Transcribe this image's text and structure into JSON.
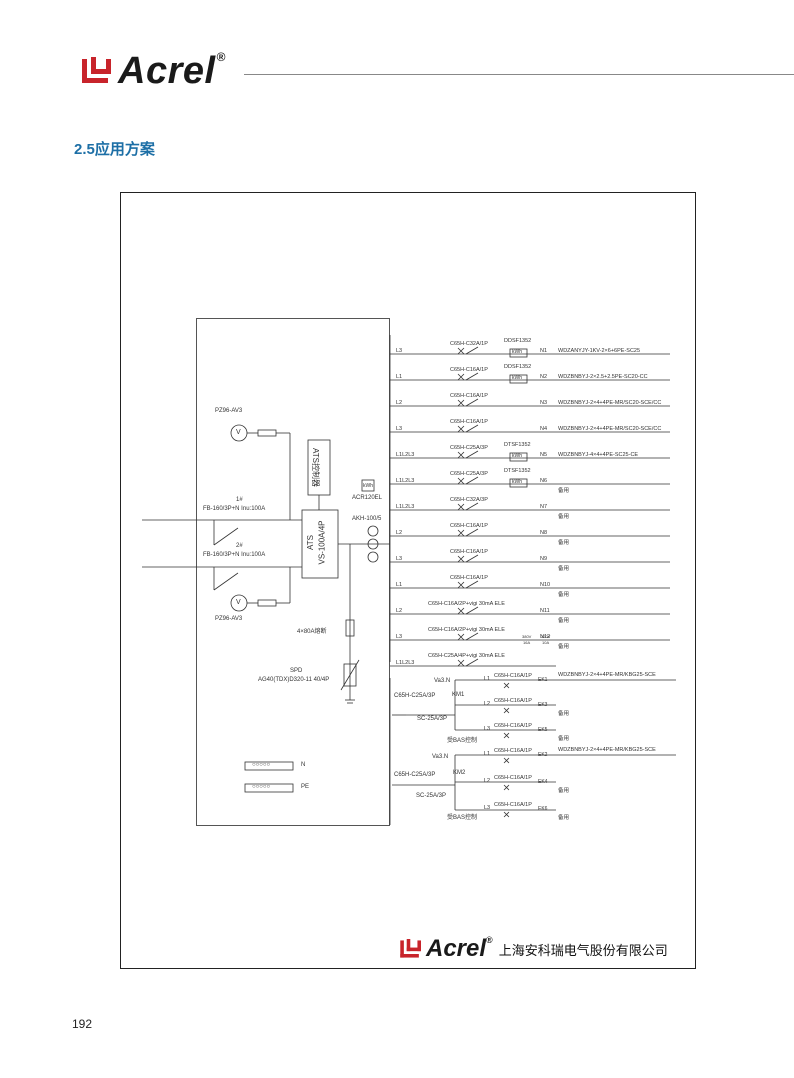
{
  "header": {
    "brand": "Acrel",
    "reg": "®"
  },
  "section": {
    "title": "2.5应用方案"
  },
  "footer": {
    "brand": "Acrel",
    "reg": "®",
    "company": "上海安科瑞电气股份有限公司"
  },
  "page": {
    "number": "192"
  },
  "colors": {
    "brand_red": "#c8242b",
    "title_blue": "#1d6fa6",
    "line": "#333333"
  },
  "diagram": {
    "left": {
      "meter_top_label": "PZ96-AV3",
      "meter_bottom_label": "PZ96-AV3",
      "meter_symbol": "V",
      "incomer1": "1#",
      "incomer1_spec": "FB-160/3P+N Inu:100A",
      "incomer2": "2#",
      "incomer2_spec": "FB-160/3P+N Inu:100A",
      "ats_controller": "ATS控制器",
      "ats_label": "ATS",
      "ats_model": "VS-100A/4P",
      "energy_meter_box": "kWh",
      "energy_meter_model": "ACR120EL",
      "ct_model": "AKH-100/5",
      "fuse_label": "4×80A熔断",
      "spd_label": "SPD",
      "spd_model": "AG40(TDX)D320-11 40/4P",
      "n_bar": "N",
      "pe_bar": "PE",
      "terminal": "○○○○○"
    },
    "circuits": [
      {
        "phase": "L3",
        "breaker": "C65H-C32A/1P",
        "meter": "DDSF1352",
        "meter_box": "kWh",
        "id": "N1",
        "cable": "WDZANYJY-1KV-2×6+6PE-SC25"
      },
      {
        "phase": "L1",
        "breaker": "C65H-C16A/1P",
        "meter": "DDSF1352",
        "meter_box": "kWh",
        "id": "N2",
        "cable": "WDZBNBYJ-2×2.5+2.5PE-SC20-CC"
      },
      {
        "phase": "L2",
        "breaker": "C65H-C16A/1P",
        "meter": "",
        "meter_box": "",
        "id": "N3",
        "cable": "WDZBNBYJ-2×4+4PE-MR/SC20-SCE/CC"
      },
      {
        "phase": "L3",
        "breaker": "C65H-C16A/1P",
        "meter": "",
        "meter_box": "",
        "id": "N4",
        "cable": "WDZBNBYJ-2×4+4PE-MR/SC20-SCE/CC"
      },
      {
        "phase": "L1L2L3",
        "breaker": "C65H-C25A/3P",
        "meter": "DTSF1352",
        "meter_box": "kWh",
        "id": "N5",
        "cable": "WDZBNBYJ-4×4+4PE-SC25-CE"
      },
      {
        "phase": "L1L2L3",
        "breaker": "C65H-C25A/3P",
        "meter": "DTSF1352",
        "meter_box": "kWh",
        "id": "N6",
        "cable": "备用"
      },
      {
        "phase": "L1L2L3",
        "breaker": "C65H-C32A/3P",
        "meter": "",
        "meter_box": "",
        "id": "N7",
        "cable": "备用"
      },
      {
        "phase": "L2",
        "breaker": "C65H-C16A/1P",
        "meter": "",
        "meter_box": "",
        "id": "N8",
        "cable": "备用"
      },
      {
        "phase": "L3",
        "breaker": "C65H-C16A/1P",
        "meter": "",
        "meter_box": "",
        "id": "N9",
        "cable": "备用"
      },
      {
        "phase": "L1",
        "breaker": "C65H-C16A/1P",
        "meter": "",
        "meter_box": "",
        "id": "N10",
        "cable": "备用"
      },
      {
        "phase": "L2",
        "breaker": "C65H-C16A/2P+vigi  30mA  ELE",
        "meter": "",
        "meter_box": "",
        "id": "N11",
        "cable": "备用"
      },
      {
        "phase": "L3",
        "breaker": "C65H-C16A/2P+vigi  30mA  ELE",
        "meter": "",
        "meter_box": "",
        "id": "N12",
        "cable": "备用"
      },
      {
        "phase": "L1L2L3",
        "breaker": "C65H-C25A/4P+vigi  30mA  ELE",
        "meter": "",
        "meter_box": "",
        "id": "",
        "cable": ""
      }
    ],
    "n13_extra": {
      "a": "380V",
      "b": "16A",
      "c": "220V",
      "d": "10A"
    },
    "group1": {
      "voltage": "Va3.N",
      "main_breaker": "C65H-C25A/3P",
      "contactor": "KM1",
      "contactor_model": "SC-25A/3P",
      "control": "受BAS控制",
      "subs": [
        {
          "phase": "L1",
          "breaker": "C65H-C16A/1P",
          "id": "EK1",
          "cable": "WDZBNBYJ-2×4+4PE-MR/KBG25-SCE"
        },
        {
          "phase": "L2",
          "breaker": "C65H-C16A/1P",
          "id": "EK3",
          "cable": "备用"
        },
        {
          "phase": "L3",
          "breaker": "C65H-C16A/1P",
          "id": "EK5",
          "cable": "备用"
        }
      ]
    },
    "group2": {
      "voltage": "Va3.N",
      "main_breaker": "C65H-C25A/3P",
      "contactor": "KM2",
      "contactor_model": "SC-25A/3P",
      "control": "受BAS控制",
      "subs": [
        {
          "phase": "L1",
          "breaker": "C65H-C16A/1P",
          "id": "EK2",
          "cable": "WDZBNBYJ-2×4+4PE-MR/KBG25-SCE"
        },
        {
          "phase": "L2",
          "breaker": "C65H-C16A/1P",
          "id": "EK4",
          "cable": "备用"
        },
        {
          "phase": "L3",
          "breaker": "C65H-C16A/1P",
          "id": "EK6",
          "cable": "备用"
        }
      ]
    }
  }
}
